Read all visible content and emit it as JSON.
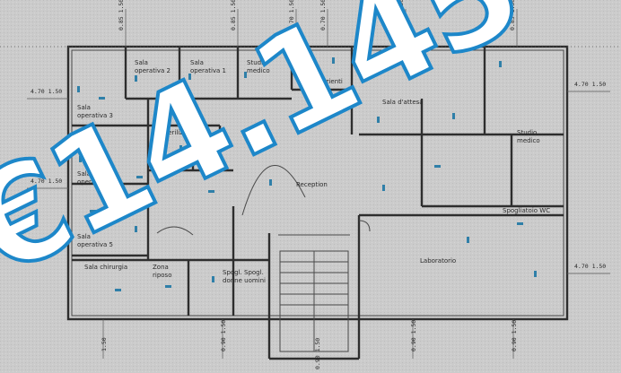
{
  "rooms": [
    {
      "id": "sala-operativa-2",
      "lines": [
        "Sala",
        "operativa 2"
      ]
    },
    {
      "id": "sala-operativa-1",
      "lines": [
        "Sala",
        "operativa 1"
      ]
    },
    {
      "id": "studio-medico",
      "lines": [
        "Studio",
        "medico"
      ]
    },
    {
      "id": "wc-pazienti",
      "lines": [
        "WC pazienti"
      ]
    },
    {
      "id": "sala-attesa",
      "lines": [
        "Sala d'attesa"
      ]
    },
    {
      "id": "sala-operativa-3",
      "lines": [
        "Sala",
        "operativa 3"
      ]
    },
    {
      "id": "steriliz",
      "lines": [
        "Steriliz."
      ]
    },
    {
      "id": "magazz",
      "lines": [
        "Magazz."
      ]
    },
    {
      "id": "sala-operativa-4",
      "lines": [
        "Sala",
        "operativa 4"
      ]
    },
    {
      "id": "reception",
      "lines": [
        "Reception"
      ]
    },
    {
      "id": "studio-medico-2",
      "lines": [
        "Studio",
        "medico"
      ]
    },
    {
      "id": "sala-operativa-5",
      "lines": [
        "Sala",
        "operativa 5"
      ]
    },
    {
      "id": "spogliatoio-wc",
      "lines": [
        "Spogliatoio WC"
      ]
    },
    {
      "id": "laboratorio",
      "lines": [
        "Laboratorio"
      ]
    },
    {
      "id": "sala-chirurgia",
      "lines": [
        "Sala chirurgia"
      ]
    },
    {
      "id": "zona-riposo",
      "lines": [
        "Zona",
        "riposo"
      ]
    },
    {
      "id": "spogliatoio-donne-uomini",
      "lines": [
        "Spogl. Spogl.",
        "donne uomini"
      ]
    }
  ],
  "dimensions": {
    "top": [
      "0.85 1.50",
      "0.85 1.50",
      "0.70 1.50",
      "0.70 1.50",
      "0.85 1.50",
      "0.85 1.50"
    ],
    "left": [
      "4.70 1.50",
      "4.70 1.50"
    ],
    "right": [
      "4.70 1.50",
      "4.70 1.50"
    ],
    "bottom": [
      "1.50",
      "0.90 1.50",
      "0.90 1.50",
      "0.90 1.50",
      "0.90 1.50"
    ]
  },
  "overlay": {
    "price": "€14.145"
  },
  "colors": {
    "background": "#c9c9c9",
    "walls": "#2e2e2e",
    "fixtures": "#2f7fa8",
    "price_outline": "#1d87c9",
    "price_fill": "#ffffff"
  }
}
